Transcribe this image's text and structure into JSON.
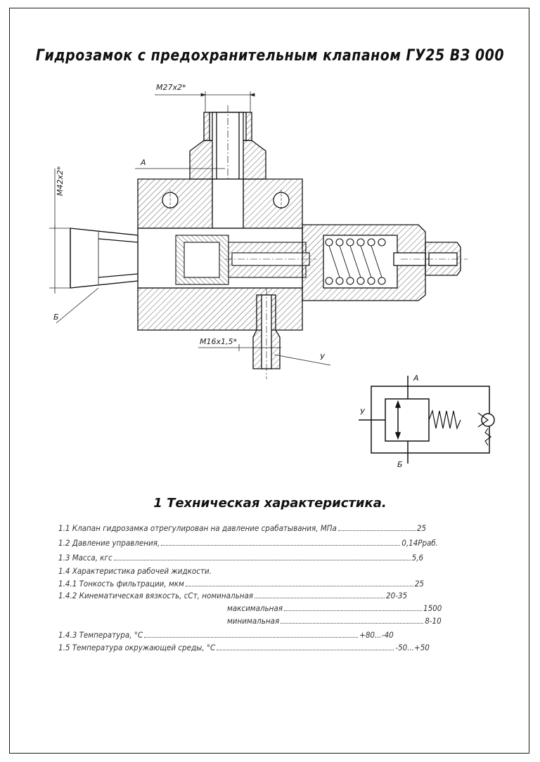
{
  "title": "Гидрозамок с предохранительным клапаном ГУ25 ВЗ 000",
  "drawing": {
    "dim_top": "М27х2*",
    "dim_left": "М42х2*",
    "dim_bottom": "М16х1,5*",
    "label_a": "А",
    "label_b": "Б",
    "label_y": "У"
  },
  "schematic": {
    "port_a": "А",
    "port_b": "Б",
    "port_y": "У"
  },
  "section_title": "1 Техническая характеристика.",
  "specs": [
    {
      "text": "1.1 Клапан гидрозамка отрегулирован на давление срабатывания, МПа",
      "value": "25"
    },
    {
      "text": "1.2 Давление управления,",
      "value": "0,14Рраб."
    },
    {
      "text": "1.3 Масса, кгс",
      "value": "5,6"
    },
    {
      "text": "1.4 Характеристика рабочей жидкости.",
      "value": ""
    },
    {
      "text": "1.4.1 Тонкость фильтрации, мкм",
      "value": "25"
    },
    {
      "text": "1.4.2 Кинематическая вязкость, сСт, номинальная",
      "value": "20-35"
    },
    {
      "text": "максимальная",
      "value": "1500"
    },
    {
      "text": "минимальная",
      "value": "8-10"
    },
    {
      "text": "1.4.3 Температура, °С",
      "value": "+80...-40"
    },
    {
      "text": "1.5 Температура окружающей среды, °С",
      "value": "-50...+50"
    }
  ]
}
